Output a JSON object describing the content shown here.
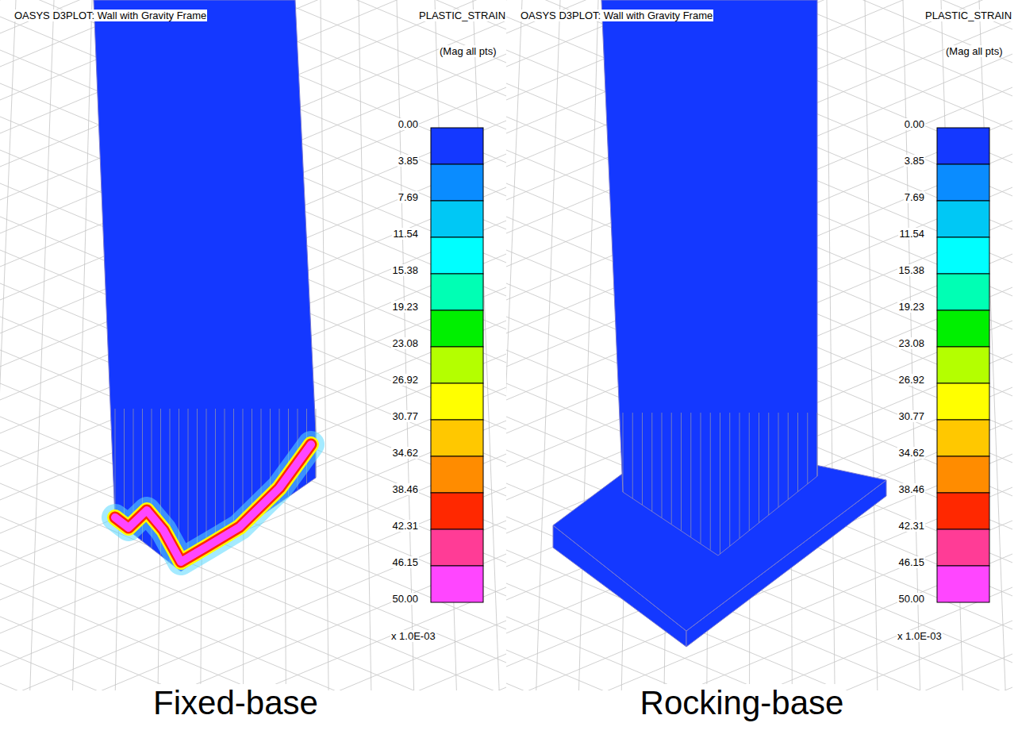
{
  "diagram": {
    "labels": [
      "OASYS D3PLOT: Wall with Gravity Frame",
      "PLASTIC_STRAIN",
      "(Mag all pts)",
      "0.00",
      "3.85",
      "7.69",
      "11.54",
      "15.38",
      "19.23",
      "23.08",
      "26.92",
      "30.77",
      "34.62",
      "38.46",
      "42.31",
      "46.15",
      "50.00",
      "x 1.0E-03",
      "OASYS D3PLOT: Wall with Gravity Frame",
      "PLASTIC_STRAIN",
      "(Mag all pts)",
      "0.00",
      "3.85",
      "7.69",
      "11.54",
      "15.38",
      "19.23",
      "23.08",
      "26.92",
      "30.77",
      "34.62",
      "38.46",
      "42.31",
      "46.15",
      "50.00",
      "x 1.0E-03",
      "Fixed-base",
      "Rocking-base"
    ]
  }
}
